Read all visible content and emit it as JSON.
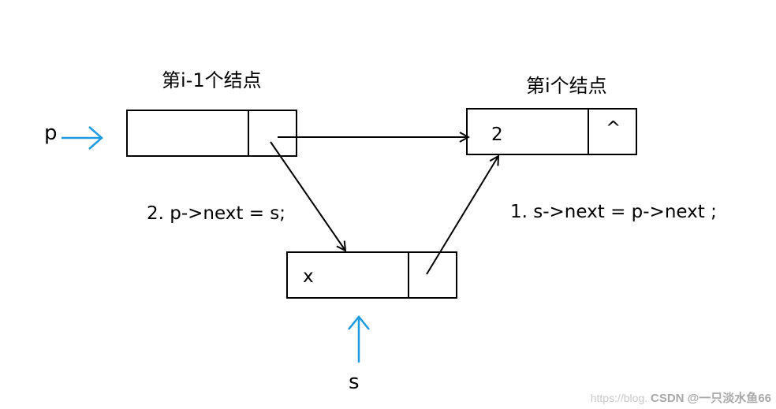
{
  "nodes": {
    "prev_title": "第i-1个结点",
    "target_title": "第i个结点",
    "target_value": "2",
    "target_next": "^",
    "new_value": "x"
  },
  "pointers": {
    "p": "p",
    "s": "s"
  },
  "steps": {
    "step1": "1.  s->next = p->next ;",
    "step2": "2. p->next = s;"
  },
  "watermark": {
    "url": "https://blog.",
    "brand": "CSDN @一只淡水鱼66"
  },
  "colors": {
    "line": "#000000",
    "pointer_arrow": "#1a9ae0"
  }
}
